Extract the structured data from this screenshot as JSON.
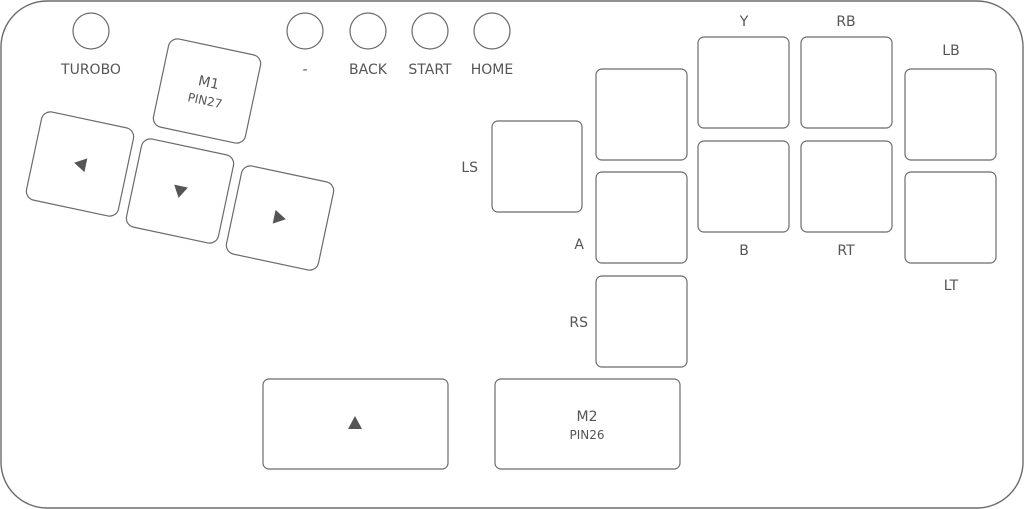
{
  "top_buttons": {
    "turbo": "TUROBO",
    "minus": "-",
    "back": "BACK",
    "start": "START",
    "home": "HOME"
  },
  "macro1": {
    "label": "M1",
    "pin": "PIN27"
  },
  "macro2": {
    "label": "M2",
    "pin": "PIN26"
  },
  "face_labels": {
    "ls": "LS",
    "a": "A",
    "rs": "RS",
    "y": "Y",
    "b": "B",
    "rb": "RB",
    "rt": "RT",
    "lb": "LB",
    "lt": "LT"
  },
  "icons": {
    "left": "arrow-left-icon",
    "down": "arrow-down-icon",
    "right": "arrow-right-icon",
    "up": "arrow-up-icon"
  }
}
